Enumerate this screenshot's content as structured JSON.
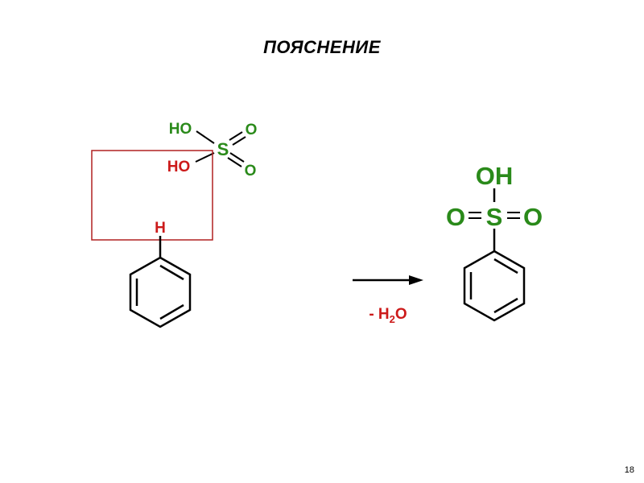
{
  "slide": {
    "title": "ПОЯСНЕНИЕ",
    "page_number": "18"
  },
  "colors": {
    "green": "#2a8a1a",
    "red": "#cc1a1a",
    "box": "#b02020",
    "black": "#000000"
  },
  "reactant": {
    "sulfuric_acid": {
      "ho_top": "HO",
      "ho_bottom": "HO",
      "sulfur": "S",
      "oxygen_top": "O",
      "oxygen_bottom": "O"
    },
    "benzene_h": "H"
  },
  "reaction": {
    "byproduct_prefix": "- H",
    "byproduct_subscript": "2",
    "byproduct_suffix": "O"
  },
  "product": {
    "oh": "OH",
    "oxygen_left": "O",
    "sulfur": "S",
    "oxygen_right": "O"
  }
}
